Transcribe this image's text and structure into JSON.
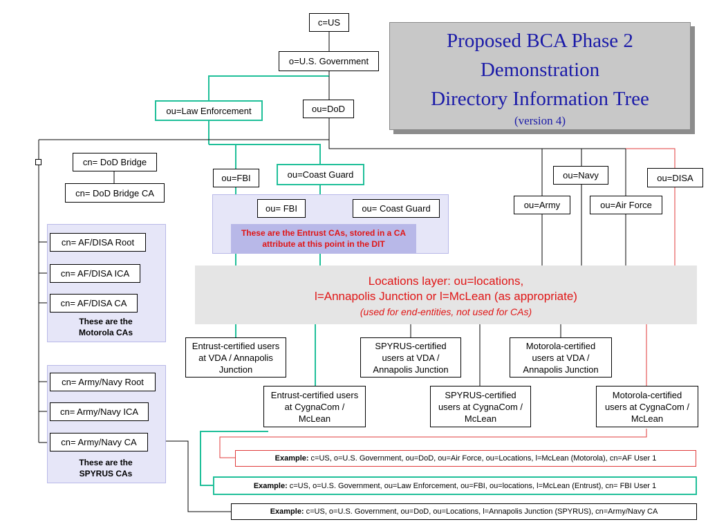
{
  "title": {
    "line1": "Proposed BCA Phase 2",
    "line2": "Demonstration",
    "line3": "Directory Information Tree",
    "version": "(version 4)"
  },
  "nodes": {
    "c_us": "c=US",
    "o_gov": "o=U.S. Government",
    "ou_law": "ou=Law Enforcement",
    "ou_dod": "ou=DoD",
    "cn_dod_bridge": "cn= DoD Bridge",
    "cn_dod_bridge_ca": "cn= DoD Bridge CA",
    "ou_fbi": "ou=FBI",
    "ou_coast_guard": "ou=Coast Guard",
    "ou_fbi_ca": "ou= FBI",
    "ou_coast_guard_ca": "ou= Coast Guard",
    "ou_navy": "ou=Navy",
    "ou_disa": "ou=DISA",
    "ou_army": "ou=Army",
    "ou_air_force": "ou=Air Force",
    "af_disa_root": "cn= AF/DISA Root",
    "af_disa_ica": "cn= AF/DISA ICA",
    "af_disa_ca": "cn= AF/DISA CA",
    "army_navy_root": "cn= Army/Navy Root",
    "army_navy_ica": "cn= Army/Navy ICA",
    "army_navy_ca": "cn= Army/Navy CA"
  },
  "notes": {
    "entrust_cas": "These are the Entrust CAs, stored in a CA attribute at this point in the DIT",
    "motorola_cas": "These are the Motorola CAs",
    "spyrus_cas": "These are the SPYRUS CAs"
  },
  "locations": {
    "line1": "Locations layer: ou=locations,",
    "line2": "l=Annapolis Junction or l=McLean (as appropriate)",
    "line3": "(used for end-entities, not used for CAs)"
  },
  "users": {
    "entrust_vda": "Entrust-certified users at VDA / Annapolis Junction",
    "spyrus_vda": "SPYRUS-certified users at VDA / Annapolis Junction",
    "motorola_vda": "Motorola-certified users at VDA / Annapolis Junction",
    "entrust_cygna": "Entrust-certified users at CygnaCom / McLean",
    "spyrus_cygna": "SPYRUS-certified users at CygnaCom / McLean",
    "motorola_cygna": "Motorola-certified users at CygnaCom / McLean"
  },
  "examples": [
    {
      "label": "Example:",
      "text": "c=US, o=U.S. Government, ou=DoD, ou=Air Force, ou=Locations, l=McLean (Motorola), cn=AF User 1"
    },
    {
      "label": "Example:",
      "text": "c=US, o=U.S. Government, ou=Law Enforcement, ou=FBI, ou=locations, l=McLean (Entrust), cn= FBI User 1"
    },
    {
      "label": "Example:",
      "text": "c=US, o=U.S. Government, ou=DoD, ou=Locations, l=Annapolis Junction (SPYRUS), cn=Army/Navy CA"
    }
  ],
  "colors": {
    "title_blue": "#1a1aa8",
    "entrust_teal": "#1fbf99",
    "motorola_red": "#e03a3a",
    "locations_red": "#e01515",
    "panel_lavender": "#e6e6f8"
  }
}
